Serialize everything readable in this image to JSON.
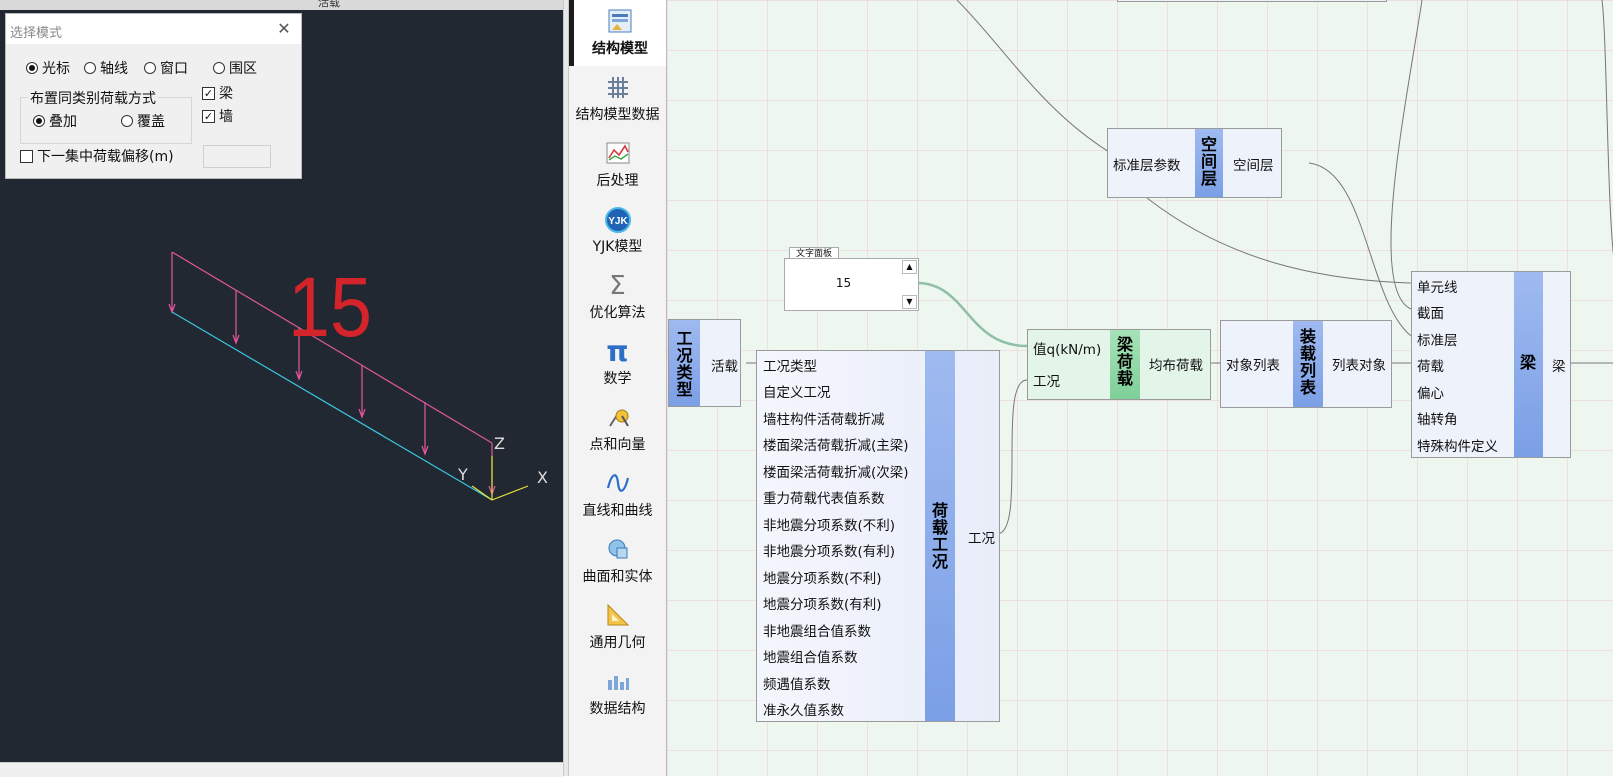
{
  "viewport": {
    "top_label": "活载",
    "load_value": "15",
    "axis_x": "X",
    "axis_y": "Y",
    "axis_z": "Z"
  },
  "dialog": {
    "title": "选择模式",
    "modes": [
      "光标",
      "轴线",
      "窗口",
      "围区"
    ],
    "selected_mode": "光标",
    "group_label": "布置同类别荷载方式",
    "group_options": [
      "叠加",
      "覆盖"
    ],
    "selected_group_option": "叠加",
    "checkbox_beam": "梁",
    "checkbox_wall": "墙",
    "offset_label": "下一集中荷载偏移(m)",
    "offset_value": ""
  },
  "palette": {
    "items": [
      {
        "label": "结构模型",
        "icon": "structure-model-icon"
      },
      {
        "label": "结构模型数据",
        "icon": "grid-data-icon"
      },
      {
        "label": "后处理",
        "icon": "chart-postprocess-icon"
      },
      {
        "label": "YJK模型",
        "icon": "yjk-logo-icon"
      },
      {
        "label": "优化算法",
        "icon": "sigma-icon"
      },
      {
        "label": "数学",
        "icon": "pi-icon"
      },
      {
        "label": "点和向量",
        "icon": "point-vector-icon"
      },
      {
        "label": "直线和曲线",
        "icon": "curve-icon"
      },
      {
        "label": "曲面和实体",
        "icon": "surface-solid-icon"
      },
      {
        "label": "通用几何",
        "icon": "geometry-ruler-icon"
      },
      {
        "label": "数据结构",
        "icon": "data-structure-icon"
      }
    ]
  },
  "nodes": {
    "load_case_type": {
      "title": "工况类型",
      "output": "活载"
    },
    "load_case": {
      "title": "荷载工况",
      "inputs": [
        "工况类型",
        "自定义工况",
        "墙柱构件活荷载折减",
        "楼面梁活荷载折减(主梁)",
        "楼面梁活荷载折减(次梁)",
        "重力荷载代表值系数",
        "非地震分项系数(不利)",
        "非地震分项系数(有利)",
        "地震分项系数(不利)",
        "地震分项系数(有利)",
        "非地震组合值系数",
        "地震组合值系数",
        "频遇值系数",
        "准永久值系数"
      ],
      "output": "工况"
    },
    "text_panel": {
      "tag": "文字面板",
      "value": "15"
    },
    "beam_load": {
      "title": "梁荷载",
      "inputs": [
        "值q(kN/m)",
        "工况"
      ],
      "output": "均布荷载"
    },
    "assemble_list": {
      "title": "装载列表",
      "input": "对象列表",
      "output": "列表对象"
    },
    "space_layer": {
      "title": "空间层",
      "input": "标准层参数",
      "output": "空间层"
    },
    "beam": {
      "title": "梁",
      "inputs": [
        "单元线",
        "截面",
        "标准层",
        "荷载",
        "偏心",
        "轴转角",
        "特殊构件定义"
      ],
      "output": "梁"
    }
  },
  "colors": {
    "viewport_bg": "#222831",
    "load_line": "#e4579c",
    "beam_line": "#39c6e0",
    "load_text": "#d2242a",
    "node_bar_blue": "#7b9fe6",
    "node_bar_green": "#7fcf98",
    "canvas_bg": "#eef6f0"
  }
}
